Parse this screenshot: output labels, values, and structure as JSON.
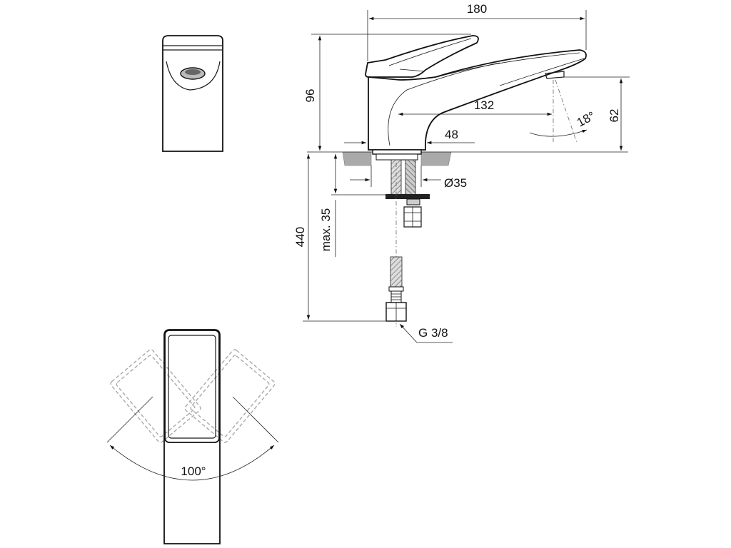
{
  "dimensions": {
    "spout_length": "180",
    "height": "96",
    "reach": "132",
    "aerator_height": "62",
    "angle": "18°",
    "body_offset": "48",
    "bore_diameter": "Ø35",
    "hose_length": "440",
    "max_thickness": "max. 35",
    "thread": "G 3/8",
    "rotation": "100°"
  }
}
